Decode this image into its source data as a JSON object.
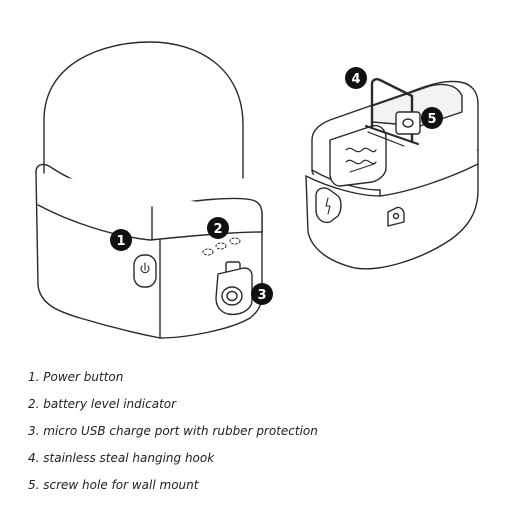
{
  "callouts": {
    "c1": "1",
    "c2": "2",
    "c3": "3",
    "c4": "4",
    "c5": "5"
  },
  "legend": {
    "items": [
      {
        "text": "1. Power button"
      },
      {
        "text": "2. battery level indicator"
      },
      {
        "text": "3. micro USB charge port with rubber protection"
      },
      {
        "text": "4. stainless steal hanging hook"
      },
      {
        "text": "5. screw hole for wall mount"
      }
    ]
  },
  "colors": {
    "outline": "#2a2a2a",
    "callout_fill": "#111111",
    "text": "#222222"
  },
  "icons": {
    "power": "power-icon",
    "battery_leds": "battery-indicator-icon",
    "usb": "usb-port-icon",
    "hook": "hanging-hook-icon",
    "screw": "screw-hole-icon"
  }
}
